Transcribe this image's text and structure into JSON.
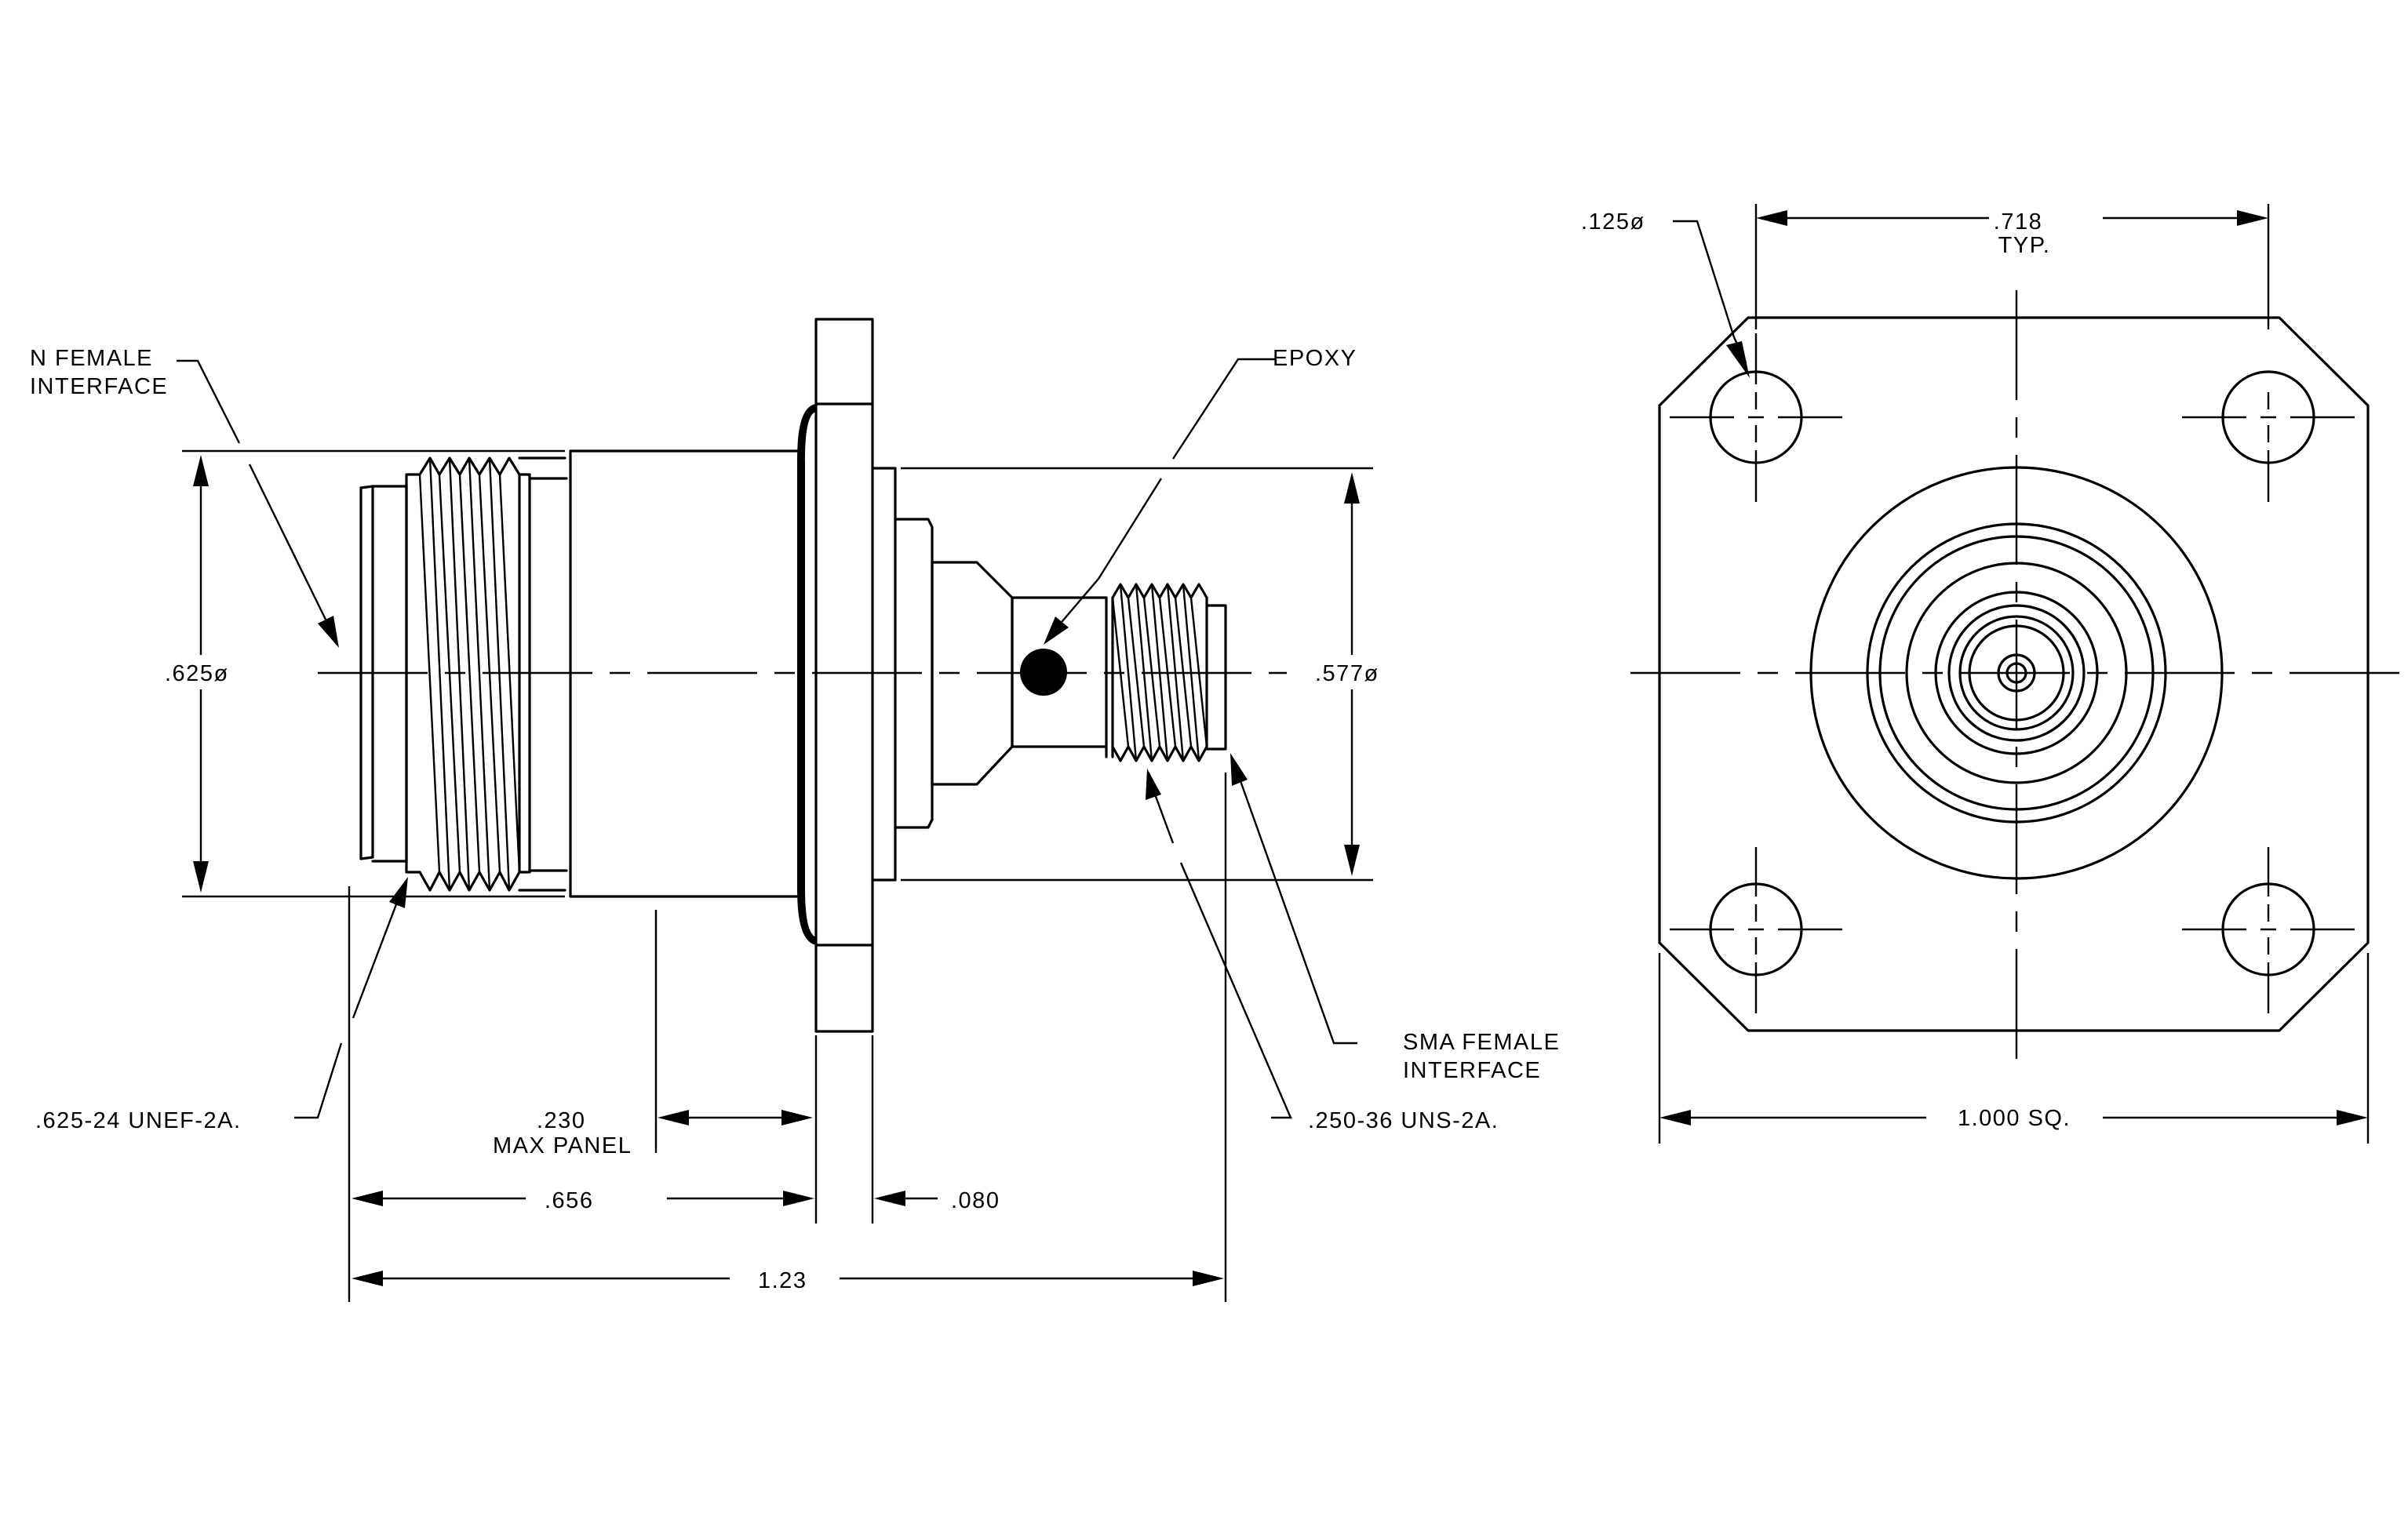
{
  "side_view": {
    "n_interface_line1": "N FEMALE",
    "n_interface_line2": "INTERFACE",
    "epoxy": "EPOXY",
    "dia_n": ".625ø",
    "dia_sma": ".577ø",
    "sma_interface_line1": "SMA FEMALE",
    "sma_interface_line2": "INTERFACE",
    "thread_n": ".625-24 UNEF-2A.",
    "thread_sma": ".250-36 UNS-2A.",
    "panel_value": ".230",
    "panel_text": "MAX PANEL",
    "dim_656": ".656",
    "dim_080": ".080",
    "dim_overall": "1.23"
  },
  "front_view": {
    "hole_dia": ".125ø",
    "spacing_value": ".718",
    "spacing_note": "TYP.",
    "square": "1.000 SQ."
  }
}
